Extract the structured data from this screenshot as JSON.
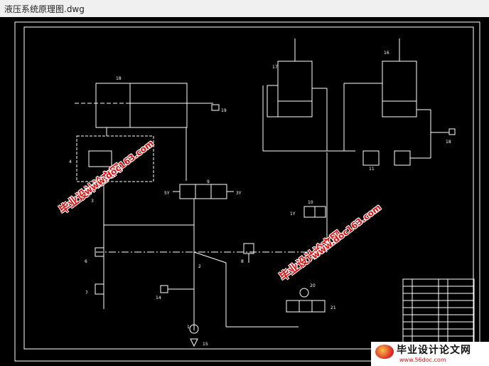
{
  "window": {
    "title": "液压系统原理图.dwg"
  },
  "labels": {
    "l1": "1",
    "l2": "2",
    "l3": "3",
    "l4": "4",
    "l6": "6",
    "l7": "7",
    "l8": "8",
    "l9": "9",
    "l10": "10",
    "l11": "11",
    "l14": "14",
    "l15": "15",
    "l16": "16",
    "l17": "17",
    "l18a": "18",
    "l18b": "18",
    "l19": "19",
    "l20": "20",
    "l21": "21",
    "sv1": "5Y",
    "sv2": "3Y",
    "sv3": "1Y"
  },
  "watermarks": {
    "cn": "毕业设计论文网",
    "url": "www.doc163.com"
  },
  "brand": {
    "name": "毕业设计论文网",
    "url": "www.56doc.com"
  },
  "colors": {
    "background": "#000000",
    "lines": "#ffffff",
    "watermark": "#e01010"
  }
}
